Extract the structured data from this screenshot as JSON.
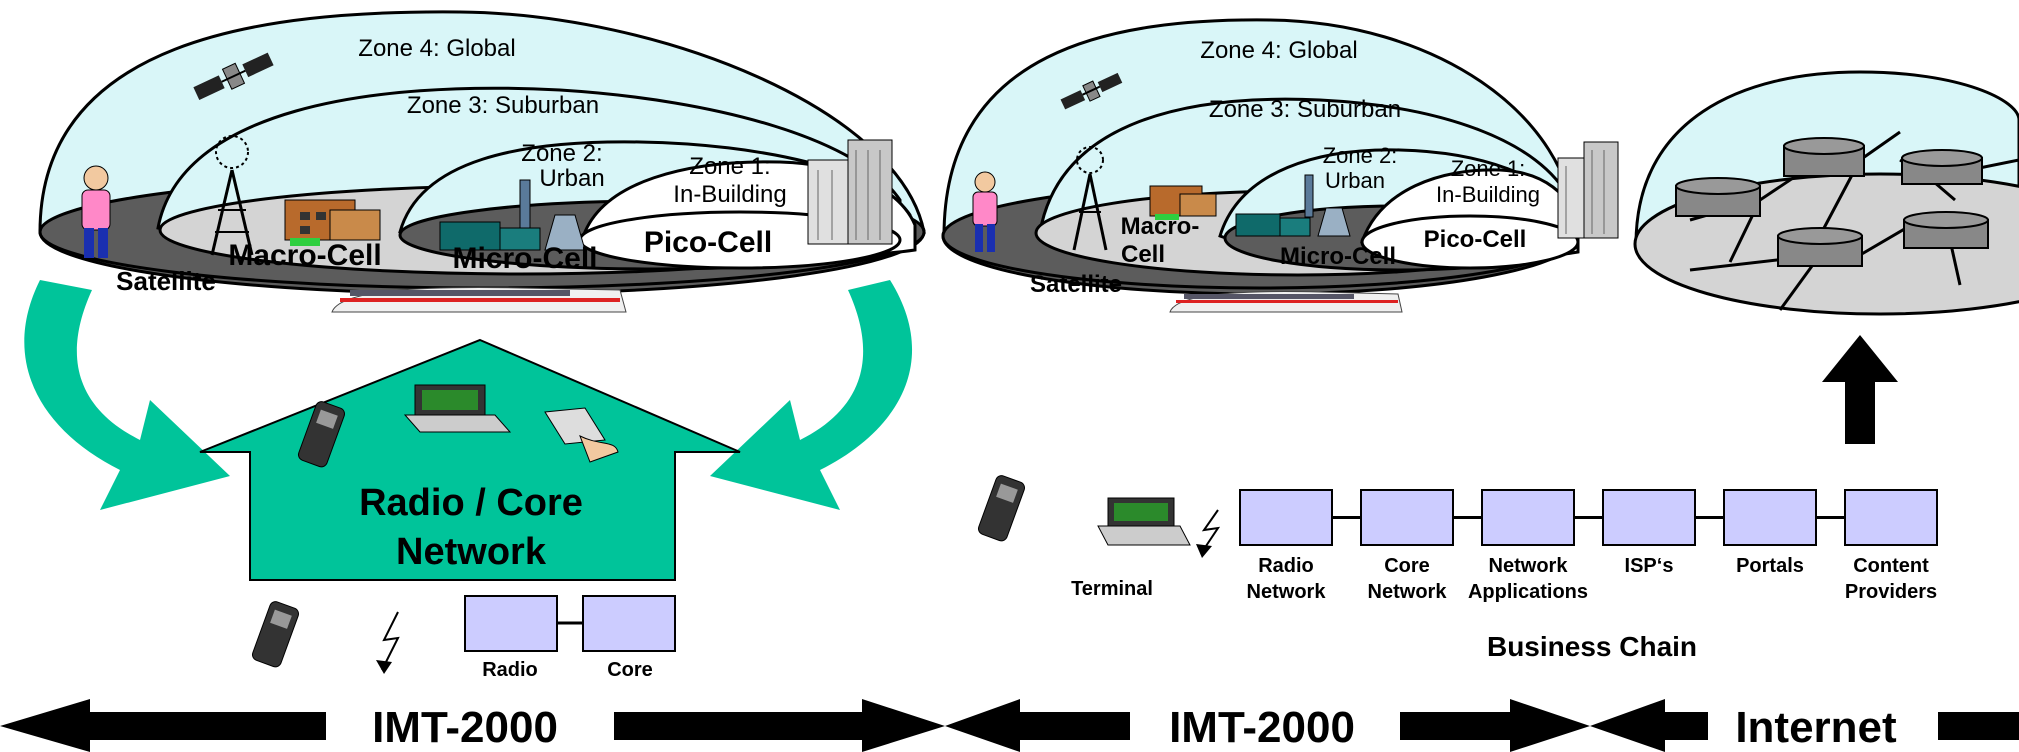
{
  "left_panel": {
    "zones": {
      "zone4": "Zone 4: Global",
      "zone3": "Zone 3: Suburban",
      "zone2_line1": "Zone 2:",
      "zone2_line2": "Urban",
      "zone1_line1": "Zone 1:",
      "zone1_line2": "In-Building"
    },
    "cells": {
      "satellite": "Satellite",
      "macro": "Macro-Cell",
      "micro": "Micro-Cell",
      "pico": "Pico-Cell"
    },
    "house_line1": "Radio / Core",
    "house_line2": "Network",
    "box_labels": [
      "Radio",
      "Core"
    ],
    "arrow_label": "IMT-2000"
  },
  "right_panel": {
    "zones": {
      "zone4": "Zone 4: Global",
      "zone3": "Zone 3: Suburban",
      "zone2_line1": "Zone 2:",
      "zone2_line2": "Urban",
      "zone1_line1": "Zone 1:",
      "zone1_line2": "In-Building"
    },
    "cells": {
      "satellite": "Satellite",
      "macro_line1": "Macro-",
      "macro_line2": "Cell",
      "micro": "Micro-Cell",
      "pico": "Pico-Cell"
    },
    "terminal_label": "Terminal",
    "chain": [
      {
        "line1": "Radio",
        "line2": "Network"
      },
      {
        "line1": "Core",
        "line2": "Network"
      },
      {
        "line1": "Network",
        "line2": "Applications"
      },
      {
        "line1": "ISP‘s",
        "line2": ""
      },
      {
        "line1": "Portals",
        "line2": ""
      },
      {
        "line1": "Content",
        "line2": "Providers"
      }
    ],
    "business_chain": "Business Chain",
    "arrow_label_imt": "IMT-2000",
    "arrow_label_internet": "Internet"
  },
  "colors": {
    "teal": "#00c49a",
    "sky": "#d9f6f8",
    "cell_grey": "#d4d4d4",
    "dark_ground": "#5a5a5a",
    "box_fill": "#ccccff"
  }
}
